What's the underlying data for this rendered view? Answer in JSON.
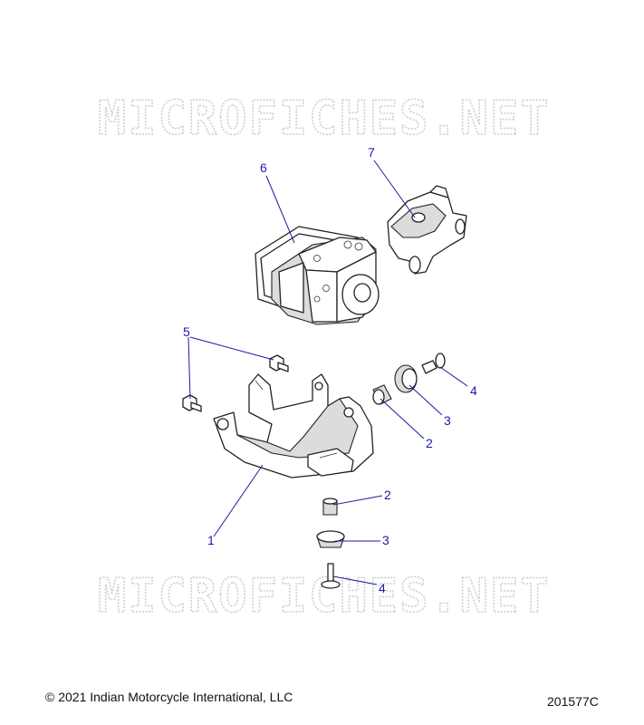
{
  "watermark": {
    "text": "MICROFICHES.NET"
  },
  "callouts": [
    {
      "id": "c1",
      "label": "1"
    },
    {
      "id": "c2a",
      "label": "2"
    },
    {
      "id": "c2b",
      "label": "2"
    },
    {
      "id": "c3a",
      "label": "3"
    },
    {
      "id": "c3b",
      "label": "3"
    },
    {
      "id": "c4a",
      "label": "4"
    },
    {
      "id": "c4b",
      "label": "4"
    },
    {
      "id": "c5",
      "label": "5"
    },
    {
      "id": "c6",
      "label": "6"
    },
    {
      "id": "c7",
      "label": "7"
    }
  ],
  "footer": {
    "copyright": "© 2021 Indian Motorcycle International, LLC",
    "drawing_number": "201577C"
  }
}
